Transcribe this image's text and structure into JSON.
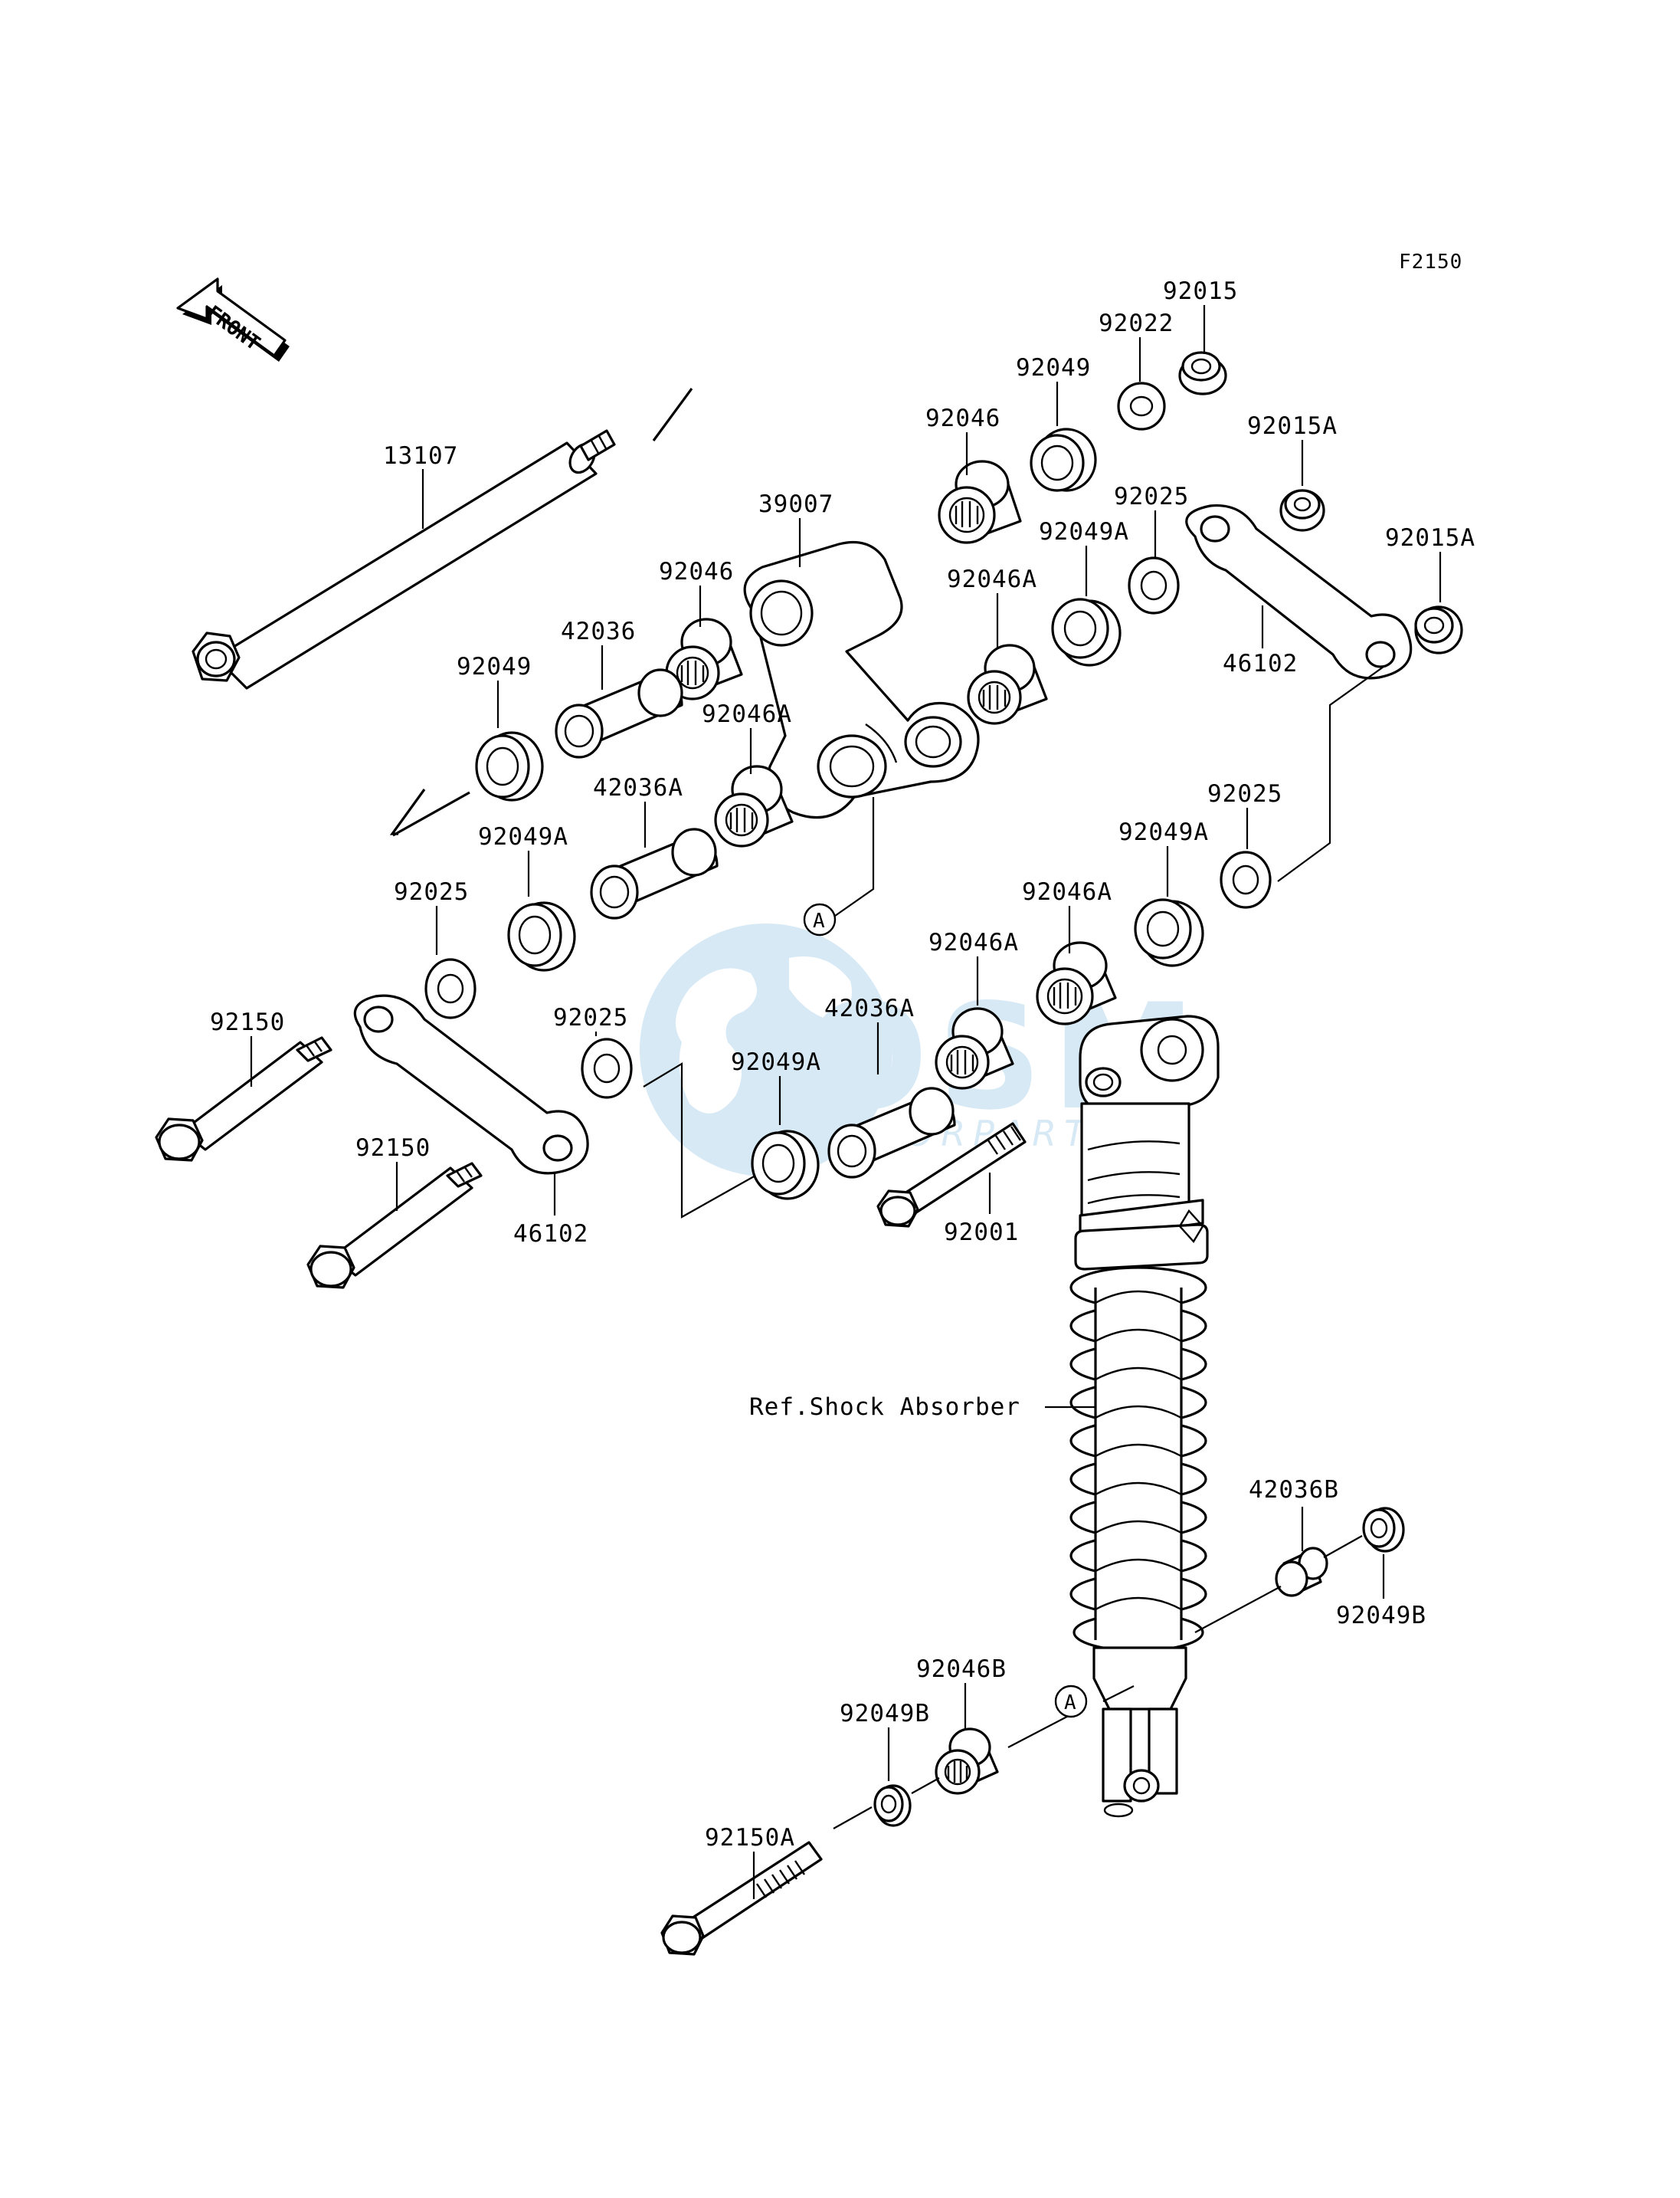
{
  "figure_code": "F2150",
  "direction_label": "FRONT",
  "watermark": {
    "brand": "OSM",
    "sub": "MOTORPARTS"
  },
  "reference_marker": "A",
  "reference_note": "Ref.Shock Absorber",
  "parts": {
    "frame_pivot_shaft": "13107",
    "rocker_arm": "39007",
    "tie_rod_right": "46102",
    "tie_rod_left": "46102",
    "nut_top": "92015",
    "nut_a_top": "92015A",
    "nut_a_right": "92015A",
    "washer_92022": "92022",
    "seal_upper_right": "92049",
    "seal_upper_left": "92049",
    "seal_a_upper_right": "92049A",
    "seal_a_mid_right": "92049A",
    "seal_a_mid_left": "92049A",
    "seal_a_center": "92049A",
    "seal_b_lower": "92049B",
    "seal_b_right": "92049B",
    "bearing_upper_right": "92046",
    "bearing_rocker": "92046",
    "bearing_a_upper_right": "92046A",
    "bearing_a_rocker": "92046A",
    "bearing_a_mid": "92046A",
    "bearing_a_center": "92046A",
    "bearing_b_lower": "92046B",
    "collar_upper": "42036",
    "collar_a_mid": "42036A",
    "collar_a_center": "42036A",
    "collar_b_lower": "42036B",
    "washer_92025_upper_right": "92025",
    "washer_92025_right": "92025",
    "washer_92025_left": "92025",
    "washer_92025_center": "92025",
    "bolt_92150_top": "92150",
    "bolt_92150_bottom": "92150",
    "bolt_92150a": "92150A",
    "bolt_92001": "92001"
  }
}
